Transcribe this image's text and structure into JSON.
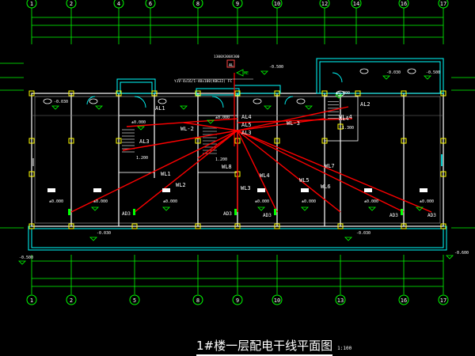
{
  "drawing": {
    "title": "1#楼一层配电干线平面图",
    "scale": "1:100"
  },
  "colors": {
    "background": "#000000",
    "wall": "#00ffff",
    "dimension": "#00ff00",
    "feeder": "#ff0000",
    "column": "#ffff00",
    "label": "#ffffff",
    "panel_label": "#ffffff"
  },
  "axes_top": [
    "1",
    "2",
    "4",
    "6",
    "8",
    "9",
    "10",
    "12",
    "14",
    "16",
    "17"
  ],
  "axes_bottom": [
    "1",
    "2",
    "5",
    "8",
    "9",
    "10",
    "13",
    "16",
    "17"
  ],
  "feeder_labels": [
    "WL1",
    "WL2",
    "WL3",
    "WL4",
    "WL5",
    "WL6",
    "WL7",
    "WL8",
    "WL-2",
    "WL-3",
    "WL-4"
  ],
  "panel_labels": [
    "AL1",
    "AL2",
    "AL5",
    "AL4",
    "AL3",
    "AL4",
    "AL3"
  ],
  "outlet_labels": [
    "AD3",
    "AD3",
    "AD3",
    "AD3",
    "AD3"
  ],
  "elevations": {
    "floor": "±0.000",
    "outer_left": "-0.500",
    "outer_right": "-0.600",
    "corridor": "-0.030",
    "stair_top": "-0.500",
    "stair_mark": "1.200",
    "stair_mark2": "1.300"
  },
  "incoming": {
    "cable": "YJV-4x16/1-40x100(KBG32) FC",
    "note": "1300X300X300",
    "tag": "AL",
    "label": "ME"
  },
  "icons": [
    "equipment-box-icon",
    "elevation-triangle-icon",
    "axis-bubble-icon"
  ]
}
